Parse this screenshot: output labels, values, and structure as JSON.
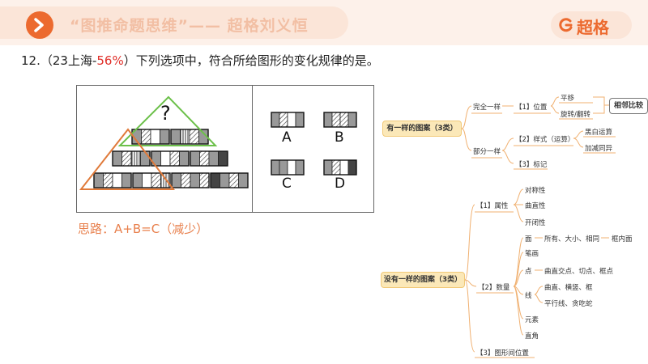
{
  "header": {
    "title": "“图推命题思维”—— 超格刘义恒",
    "brand": "超格"
  },
  "question": {
    "number": "12.",
    "source_pre": "（23上海-",
    "rate": "56%",
    "source_post": "）下列选项中，符合所给图形的变化规律的是",
    "end": "。"
  },
  "figure": {
    "question_mark": "?",
    "options": [
      "A",
      "B",
      "C",
      "D"
    ]
  },
  "thinking": "思路：A+B=C（减少）",
  "colors": {
    "accent": "#ec6a2f",
    "red": "#e0302a",
    "green": "#6cc04a",
    "orange_triangle": "#e07a3a"
  },
  "mindmap": {
    "root1": "有一样的图案（3类）",
    "complete": "完全一样",
    "position": "【1】位置",
    "translate": "平移",
    "rotate_flip": "旋转/翻转",
    "adjacent_compare": "相邻比较",
    "partial": "部分一样",
    "style": "【2】样式（运算）",
    "black_white": "黑白运算",
    "add_sub": "加减同异",
    "mark": "【3】标记",
    "root2": "没有一样的图案（3类）",
    "attribute": "【1】属性",
    "symmetry": "对称性",
    "curve_straight": "曲直性",
    "open_closed": "开闭性",
    "quantity": "【2】数量",
    "face": "面",
    "face_detail": "所有、大小、相同",
    "frame_inside": "框内面",
    "stroke": "笔画",
    "point": "点",
    "point_detail": "曲直交点、切点、框点",
    "line": "线",
    "line_detail1": "曲直、横竖、框",
    "line_detail2": "平行线、贪吃蛇",
    "element": "元素",
    "right_angle": "直角",
    "inter_position": "【3】图形间位置"
  }
}
